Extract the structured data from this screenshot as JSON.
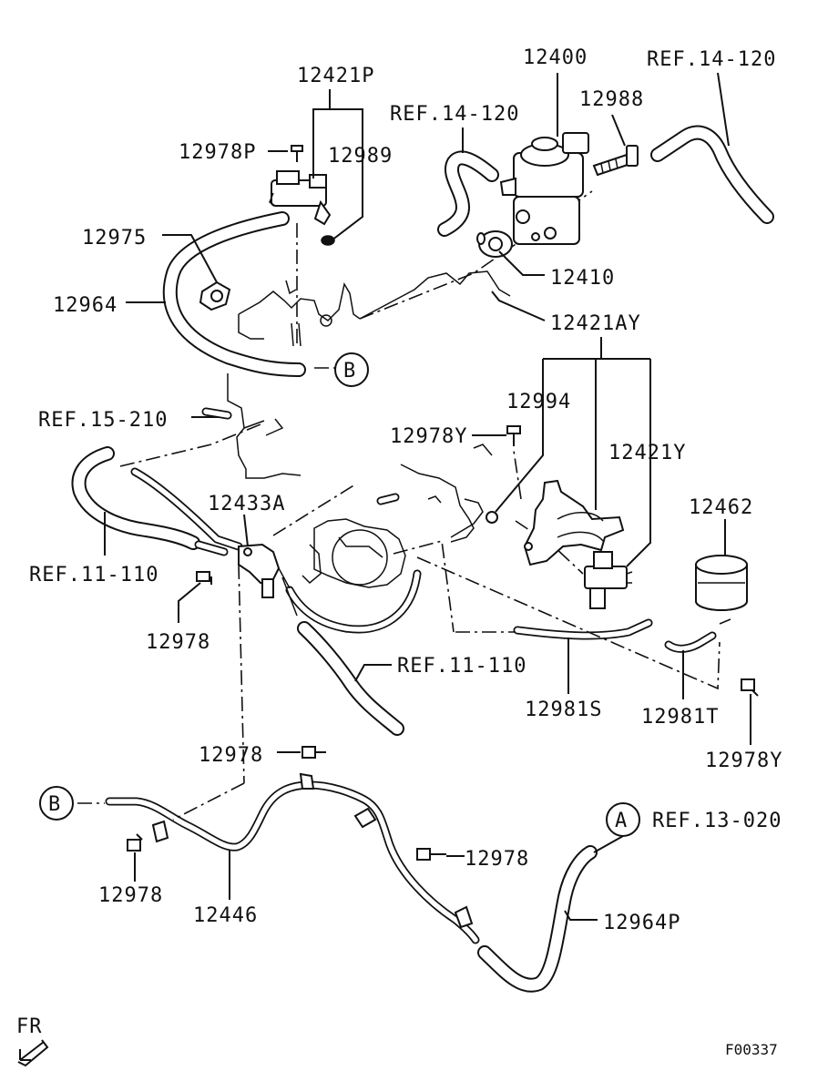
{
  "labels": {
    "p12421P": "12421P",
    "p12978P": "12978P",
    "p12989": "12989",
    "p12400": "12400",
    "ref14_120_a": "REF.14-120",
    "ref14_120_b": "REF.14-120",
    "p12988": "12988",
    "p12975": "12975",
    "p12964": "12964",
    "p12410": "12410",
    "p12421AY": "12421AY",
    "ref15_210": "REF.15-210",
    "p12994": "12994",
    "p12978Y_a": "12978Y",
    "p12421Y": "12421Y",
    "p12433A": "12433A",
    "p12462": "12462",
    "ref11_110_a": "REF.11-110",
    "p12978_a": "12978",
    "ref11_110_b": "REF.11-110",
    "p12981S": "12981S",
    "p12981T": "12981T",
    "p12978_b": "12978",
    "p12978Y_b": "12978Y",
    "ref13_020": "REF.13-020",
    "p12978_c": "12978",
    "p12978_d": "12978",
    "p12446": "12446",
    "p12964P": "12964P"
  },
  "callouts": {
    "b_top": "B",
    "b_bottom": "B",
    "a": "A"
  },
  "footer": {
    "direction": "FR",
    "figure_id": "F00337"
  }
}
